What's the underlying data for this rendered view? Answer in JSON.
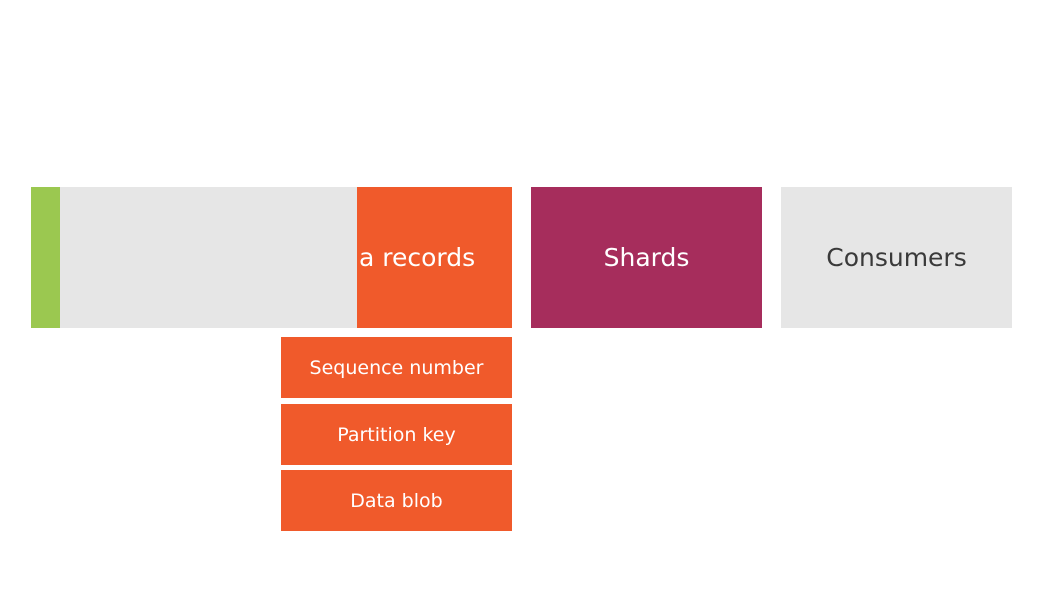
{
  "diagram": {
    "records_label": "a records",
    "shards_label": "Shards",
    "consumers_label": "Consumers",
    "record_fields": [
      "Sequence number",
      "Partition key",
      "Data blob"
    ]
  },
  "colors": {
    "green_accent": "#9bc850",
    "orange": "#f05a2b",
    "magenta": "#a62d5c",
    "light_gray": "#e6e6e6",
    "dark_text": "#3a3a3a"
  }
}
